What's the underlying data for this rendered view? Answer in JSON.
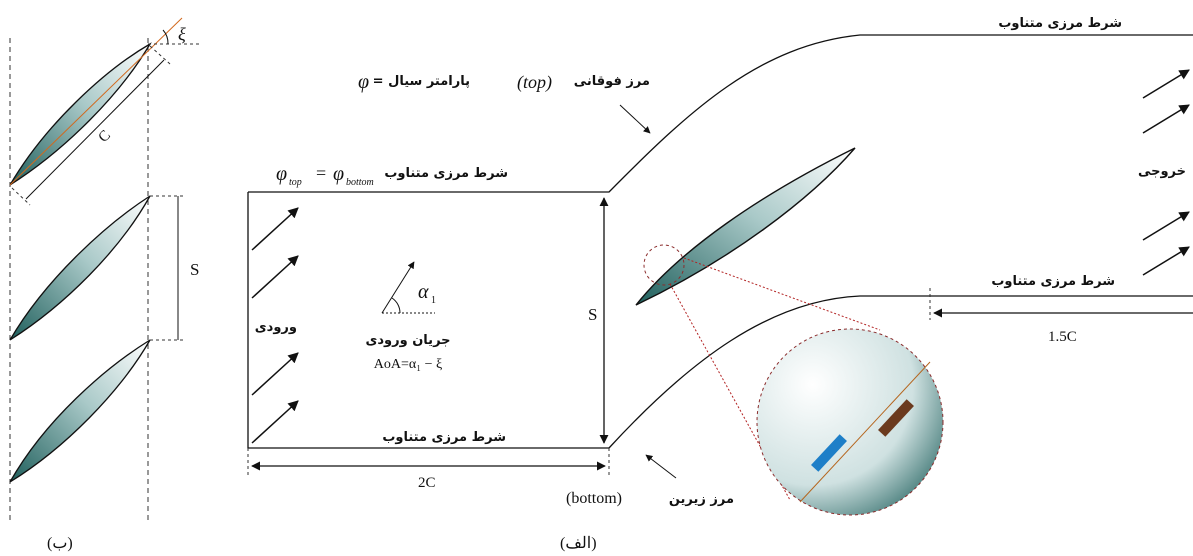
{
  "figure_b": {
    "caption": "(ب)",
    "chord_label": "C",
    "spacing_label": "S",
    "stagger_symbol": "ξ"
  },
  "figure_a": {
    "caption": "(الف)",
    "fluid_param": {
      "symbol": "φ",
      "text": "= پارامتر سیال"
    },
    "top_boundary": {
      "fa": "مرز فوقانی",
      "en": "top"
    },
    "bottom_boundary": {
      "fa": "مرز زیرین",
      "en": "(bottom)"
    },
    "periodic_bc": "شرط مرزی متناوب",
    "periodic_eq": {
      "phi": "φ",
      "top_sub": "top",
      "bottom_sub": "bottom",
      "equals": "="
    },
    "inlet": "ورودی",
    "outlet": "خروجی",
    "inflow_label": "جریان ورودی",
    "alpha": {
      "symbol": "α",
      "sub": "1"
    },
    "aoa_label": "AoA=α₁ − ξ",
    "spacing_label": "S",
    "inlet_length": "2C",
    "outlet_length": "1.5C"
  },
  "colors": {
    "blade_dark": "#1f5f5c",
    "blade_light": "#ffffff",
    "stagger_line": "#d2691e",
    "zoom_outline": "#8b2c2c",
    "marker_blue": "#1e7fc8",
    "marker_brown": "#6b3a1e"
  }
}
